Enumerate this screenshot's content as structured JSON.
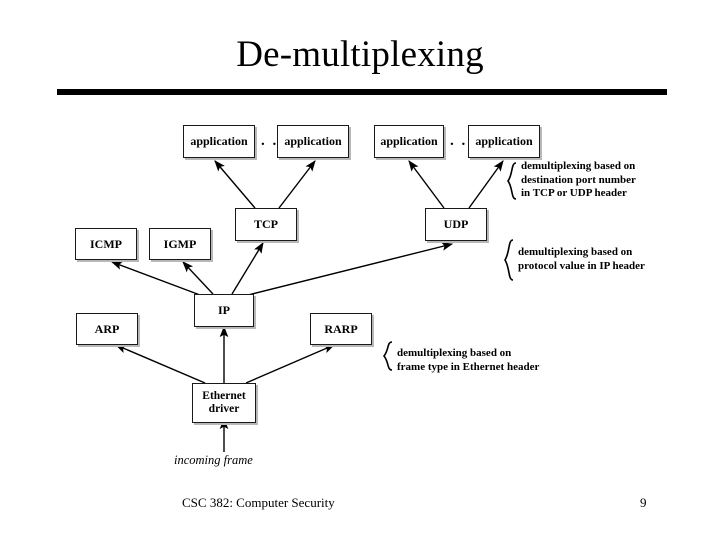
{
  "slide": {
    "title": "De-multiplexing",
    "footer_left": "CSC 382: Computer Security",
    "page_number": "9"
  },
  "diagram": {
    "ellipsis": ". . .",
    "boxes": [
      {
        "id": "application-1",
        "label": "application"
      },
      {
        "id": "application-2",
        "label": "application"
      },
      {
        "id": "application-3",
        "label": "application"
      },
      {
        "id": "application-4",
        "label": "application"
      },
      {
        "id": "tcp",
        "label": "TCP"
      },
      {
        "id": "udp",
        "label": "UDP"
      },
      {
        "id": "icmp",
        "label": "ICMP"
      },
      {
        "id": "igmp",
        "label": "IGMP"
      },
      {
        "id": "ip",
        "label": "IP"
      },
      {
        "id": "arp",
        "label": "ARP"
      },
      {
        "id": "rarp",
        "label": "RARP"
      },
      {
        "id": "ethernet-driver",
        "label": "Ethernet driver",
        "line1": "Ethernet",
        "line2": "driver"
      }
    ],
    "annotations": [
      {
        "id": "annotation-transport",
        "line1": "demultiplexing based on",
        "line2": "destination port number",
        "line3": "in TCP or UDP header"
      },
      {
        "id": "annotation-network",
        "line1": "demultiplexing based on",
        "line2": "protocol value in IP header",
        "line3": ""
      },
      {
        "id": "annotation-link",
        "line1": "demultiplexing based on",
        "line2": "frame type in Ethernet header",
        "line3": ""
      }
    ],
    "incoming_frame_label": "incoming frame"
  },
  "colors": {
    "ink": "#000000",
    "box_border": "#1a1a1a",
    "box_shadow": "#b8b8b8",
    "background": "#ffffff"
  }
}
